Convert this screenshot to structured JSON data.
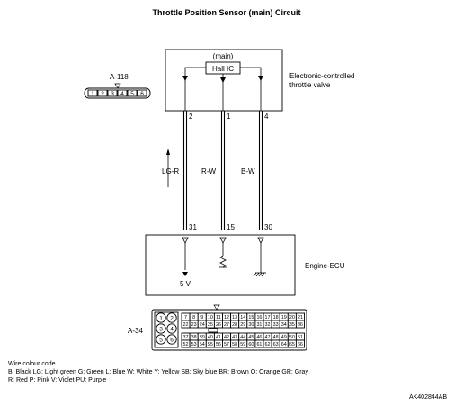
{
  "title": "Throttle Position Sensor (main) Circuit",
  "sensor": {
    "main_label": "(main)",
    "ic_label": "Hall IC",
    "description_line1": "Electronic-controlled",
    "description_line2": "throttle valve",
    "pins": [
      "2",
      "1",
      "4"
    ]
  },
  "connector_a118": {
    "label": "A-118",
    "pins": [
      "1",
      "2",
      "3",
      "4",
      "5",
      "6"
    ]
  },
  "wires": {
    "colors": [
      "LG-R",
      "R-W",
      "B-W"
    ]
  },
  "ecu": {
    "label": "Engine-ECU",
    "pins": [
      "31",
      "15",
      "30"
    ],
    "voltage": "5 V"
  },
  "connector_a34": {
    "label": "A-34",
    "left_pins": [
      "1",
      "2",
      "3",
      "4",
      "5",
      "6"
    ],
    "row1": [
      "7",
      "8",
      "9",
      "10",
      "11",
      "12",
      "13",
      "14",
      "15",
      "16",
      "17",
      "18",
      "19",
      "20",
      "21"
    ],
    "row2": [
      "22",
      "23",
      "24",
      "25",
      "26",
      "27",
      "28",
      "29",
      "30",
      "31",
      "32",
      "33",
      "34",
      "35",
      "36"
    ],
    "row3": [
      "37",
      "38",
      "39",
      "40",
      "41",
      "42",
      "43",
      "44",
      "45",
      "46",
      "47",
      "48",
      "49",
      "50",
      "51"
    ],
    "row4": [
      "52",
      "53",
      "54",
      "55",
      "56",
      "57",
      "58",
      "59",
      "60",
      "61",
      "62",
      "63",
      "64",
      "65",
      "66"
    ]
  },
  "legend": {
    "heading": "Wire colour code",
    "line1": "B: Black  LG: Light green  G: Green  L: Blue  W: White  Y: Yellow  SB: Sky blue  BR: Brown  O: Orange  GR: Gray",
    "line2": "R: Red  P: Pink  V: Violet  PU: Purple"
  },
  "code": "AK402844AB"
}
